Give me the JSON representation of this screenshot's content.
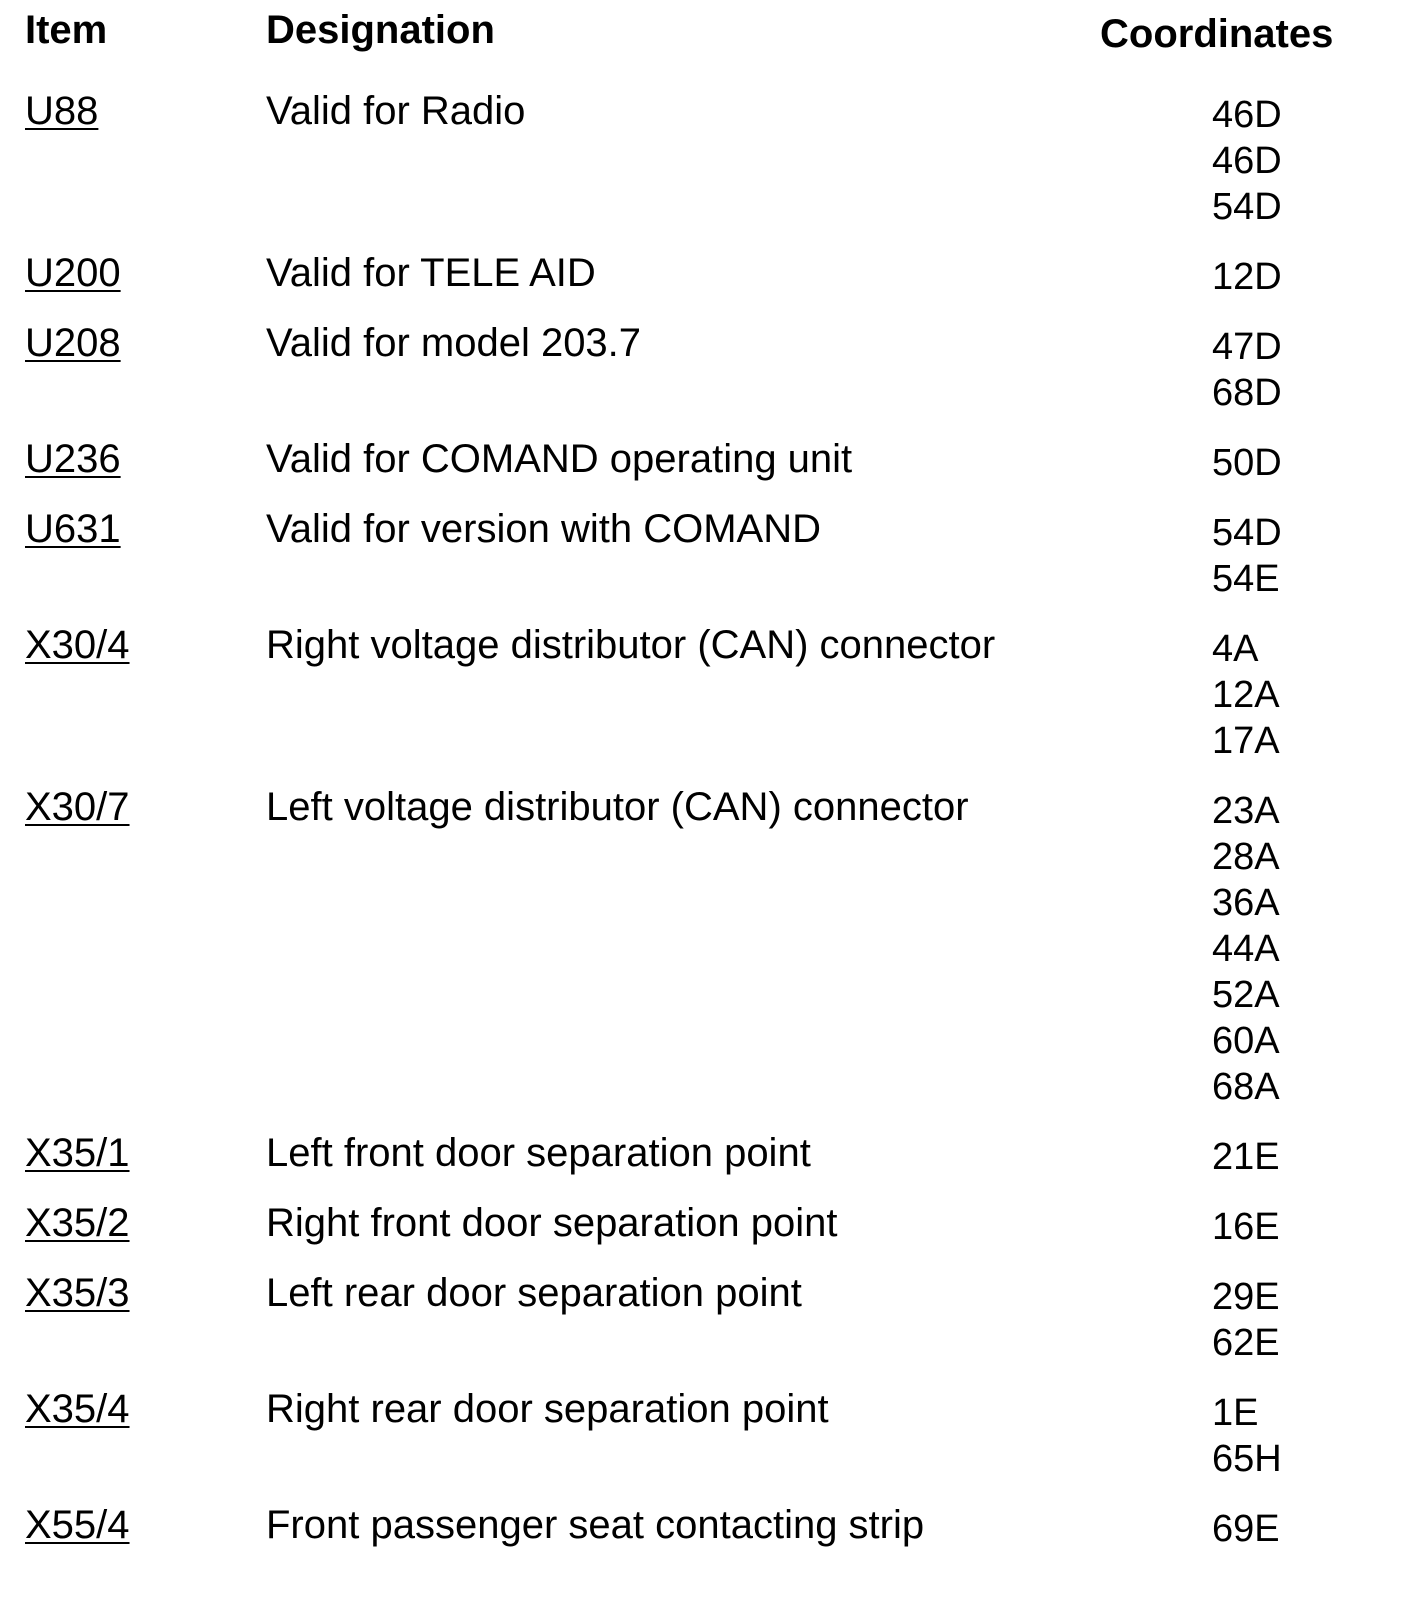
{
  "header": {
    "item": "Item",
    "designation": "Designation",
    "coordinates": "Coordinates"
  },
  "rows": [
    {
      "item": "U88",
      "designation": "Valid for Radio",
      "coordinates": [
        "46D",
        "46D",
        "54D"
      ]
    },
    {
      "item": "U200",
      "designation": "Valid for TELE AID",
      "coordinates": [
        "12D"
      ]
    },
    {
      "item": "U208",
      "designation": "Valid for model 203.7",
      "coordinates": [
        "47D",
        "68D"
      ]
    },
    {
      "item": "U236",
      "designation": "Valid for COMAND operating unit",
      "coordinates": [
        "50D"
      ]
    },
    {
      "item": "U631",
      "designation": "Valid for version with COMAND",
      "coordinates": [
        "54D",
        "54E"
      ]
    },
    {
      "item": "X30/4",
      "designation": "Right voltage distributor (CAN) connector",
      "coordinates": [
        "4A",
        "12A",
        "17A"
      ]
    },
    {
      "item": "X30/7",
      "designation": "Left voltage distributor (CAN) connector",
      "coordinates": [
        "23A",
        "28A",
        "36A",
        "44A",
        "52A",
        "60A",
        "68A"
      ]
    },
    {
      "item": "X35/1",
      "designation": "Left front door separation point",
      "coordinates": [
        "21E"
      ]
    },
    {
      "item": "X35/2",
      "designation": "Right front door separation point",
      "coordinates": [
        "16E"
      ]
    },
    {
      "item": "X35/3",
      "designation": "Left rear door separation point",
      "coordinates": [
        "29E",
        "62E"
      ]
    },
    {
      "item": "X35/4",
      "designation": "Right rear door separation point",
      "coordinates": [
        "1E",
        "65H"
      ]
    },
    {
      "item": "X55/4",
      "designation": "Front passenger seat contacting strip",
      "coordinates": [
        "69E"
      ]
    }
  ]
}
